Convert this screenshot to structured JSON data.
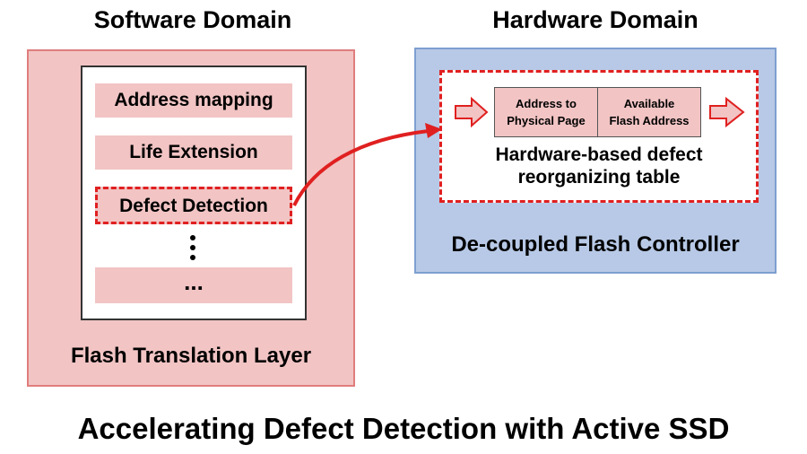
{
  "headings": {
    "software": "Software Domain",
    "hardware": "Hardware Domain"
  },
  "software_domain": {
    "items": [
      "Address mapping",
      "Life Extension",
      "Defect Detection",
      "..."
    ],
    "label": "Flash Translation Layer"
  },
  "hardware_domain": {
    "table_cells": [
      {
        "line1": "Address to",
        "line2": "Physical Page"
      },
      {
        "line1": "Available",
        "line2": "Flash Address"
      }
    ],
    "table_label": [
      "Hardware-based defect",
      "reorganizing table"
    ],
    "label": "De-coupled Flash Controller"
  },
  "caption": "Accelerating Defect Detection with Active SSD",
  "colors": {
    "pink_fill": "#f2c4c4",
    "blue_fill": "#b7c9e6",
    "red_accent": "#e02020"
  }
}
